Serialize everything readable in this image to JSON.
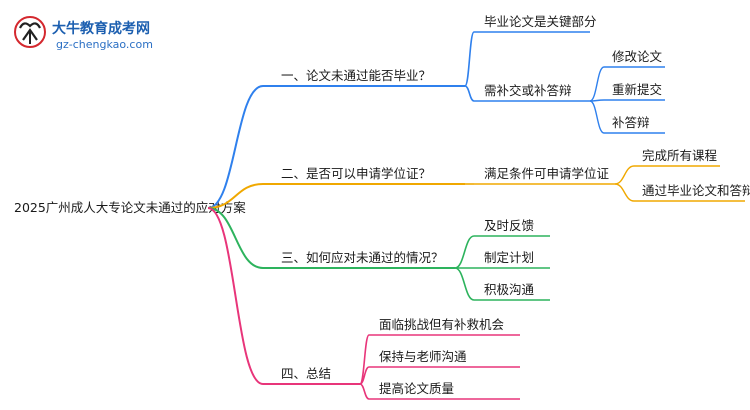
{
  "logo": {
    "title": "大牛教育成考网",
    "url": "gz-chengkao.com"
  },
  "root": "2025广州成人大专论文未通过的应对方案",
  "branches": [
    {
      "label": "一、论文未通过能否毕业？",
      "color": "#2f80ed",
      "children": [
        {
          "label": "毕业论文是关键部分",
          "children": []
        },
        {
          "label": "需补交或补答辩",
          "children": [
            "修改论文",
            "重新提交",
            "补答辩"
          ]
        }
      ]
    },
    {
      "label": "二、是否可以申请学位证？",
      "color": "#f0a800",
      "children": [
        {
          "label": "满足条件可申请学位证",
          "children": [
            "完成所有课程",
            "通过毕业论文和答辩"
          ]
        }
      ]
    },
    {
      "label": "三、如何应对未通过的情况？",
      "color": "#2db35d",
      "children": [
        {
          "label": "及时反馈",
          "children": []
        },
        {
          "label": "制定计划",
          "children": []
        },
        {
          "label": "积极沟通",
          "children": []
        }
      ]
    },
    {
      "label": "四、总结",
      "color": "#e8357a",
      "children": [
        {
          "label": "面临挑战但有补救机会",
          "children": []
        },
        {
          "label": "保持与老师沟通",
          "children": []
        },
        {
          "label": "提高论文质量",
          "children": []
        }
      ]
    }
  ]
}
